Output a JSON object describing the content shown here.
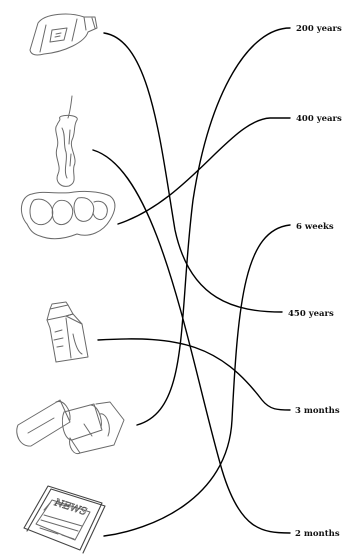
{
  "items": [
    {
      "id": "plastic-bottle",
      "icon": "plastic-bottle-icon"
    },
    {
      "id": "apple-core",
      "icon": "apple-core-icon"
    },
    {
      "id": "six-pack-rings",
      "icon": "six-pack-rings-icon"
    },
    {
      "id": "milk-carton",
      "icon": "milk-carton-icon"
    },
    {
      "id": "aluminum-cans",
      "icon": "aluminum-cans-icon"
    },
    {
      "id": "newspaper",
      "icon": "newspaper-icon"
    }
  ],
  "durations": [
    {
      "label": "200 years"
    },
    {
      "label": "400 years"
    },
    {
      "label": "6 weeks"
    },
    {
      "label": "450 years"
    },
    {
      "label": "3 months"
    },
    {
      "label": "2 months"
    }
  ],
  "newspaper_text": "NEWS",
  "line_color": "#000000",
  "sketch_color": "#6a6a6a"
}
